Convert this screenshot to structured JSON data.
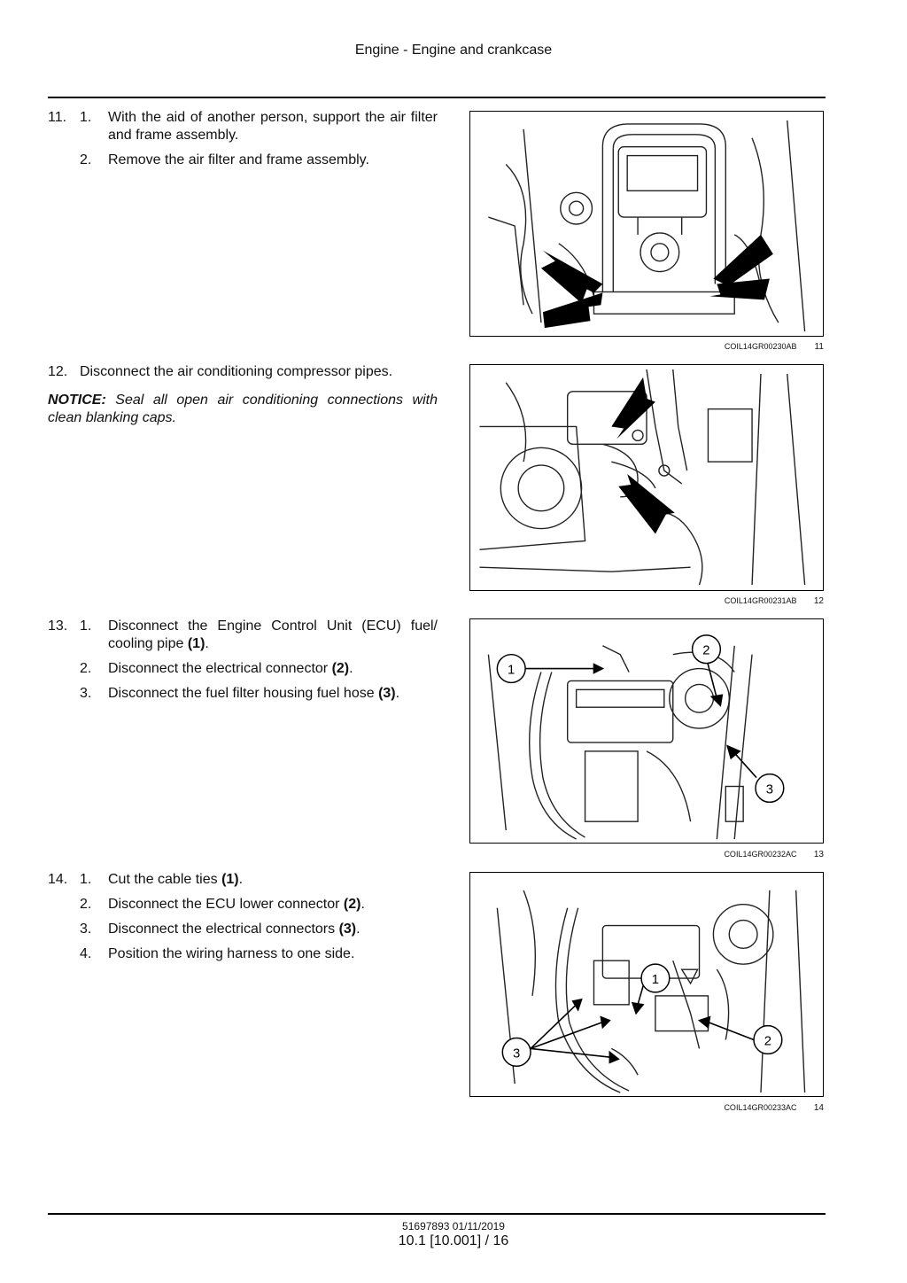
{
  "header": {
    "title": "Engine - Engine and crankcase"
  },
  "steps": [
    {
      "number": "11.",
      "substeps": [
        {
          "n": "1.",
          "text": "With the aid of another person, support the air filter and frame assembly."
        },
        {
          "n": "2.",
          "text": "Remove the air filter and frame assembly."
        }
      ],
      "figure": {
        "code": "COIL14GR00230AB",
        "number": "11"
      }
    },
    {
      "number": "12.",
      "text": "Disconnect the air conditioning compressor pipes.",
      "notice_label": "NOTICE:",
      "notice_text": "Seal all open air conditioning connections with clean blanking caps.",
      "figure": {
        "code": "COIL14GR00231AB",
        "number": "12"
      }
    },
    {
      "number": "13.",
      "substeps": [
        {
          "n": "1.",
          "text": "Disconnect the Engine Control Unit (ECU) fuel/ cooling pipe ",
          "ref": "(1)",
          "after": "."
        },
        {
          "n": "2.",
          "text": "Disconnect the electrical connector ",
          "ref": "(2)",
          "after": "."
        },
        {
          "n": "3.",
          "text": "Disconnect the fuel filter housing fuel hose ",
          "ref": "(3)",
          "after": "."
        }
      ],
      "figure": {
        "code": "COIL14GR00232AC",
        "number": "13",
        "callouts": [
          "1",
          "2",
          "3"
        ]
      }
    },
    {
      "number": "14.",
      "substeps": [
        {
          "n": "1.",
          "text": "Cut the cable ties ",
          "ref": "(1)",
          "after": "."
        },
        {
          "n": "2.",
          "text": "Disconnect the ECU lower connector ",
          "ref": "(2)",
          "after": "."
        },
        {
          "n": "3.",
          "text": "Disconnect the electrical connectors ",
          "ref": "(3)",
          "after": "."
        },
        {
          "n": "4.",
          "text": "Position the wiring harness to one side."
        }
      ],
      "figure": {
        "code": "COIL14GR00233AC",
        "number": "14",
        "callouts": [
          "1",
          "2",
          "3"
        ]
      }
    }
  ],
  "footer": {
    "doc": "51697893 01/11/2019",
    "page": "10.1 [10.001] / 16"
  }
}
